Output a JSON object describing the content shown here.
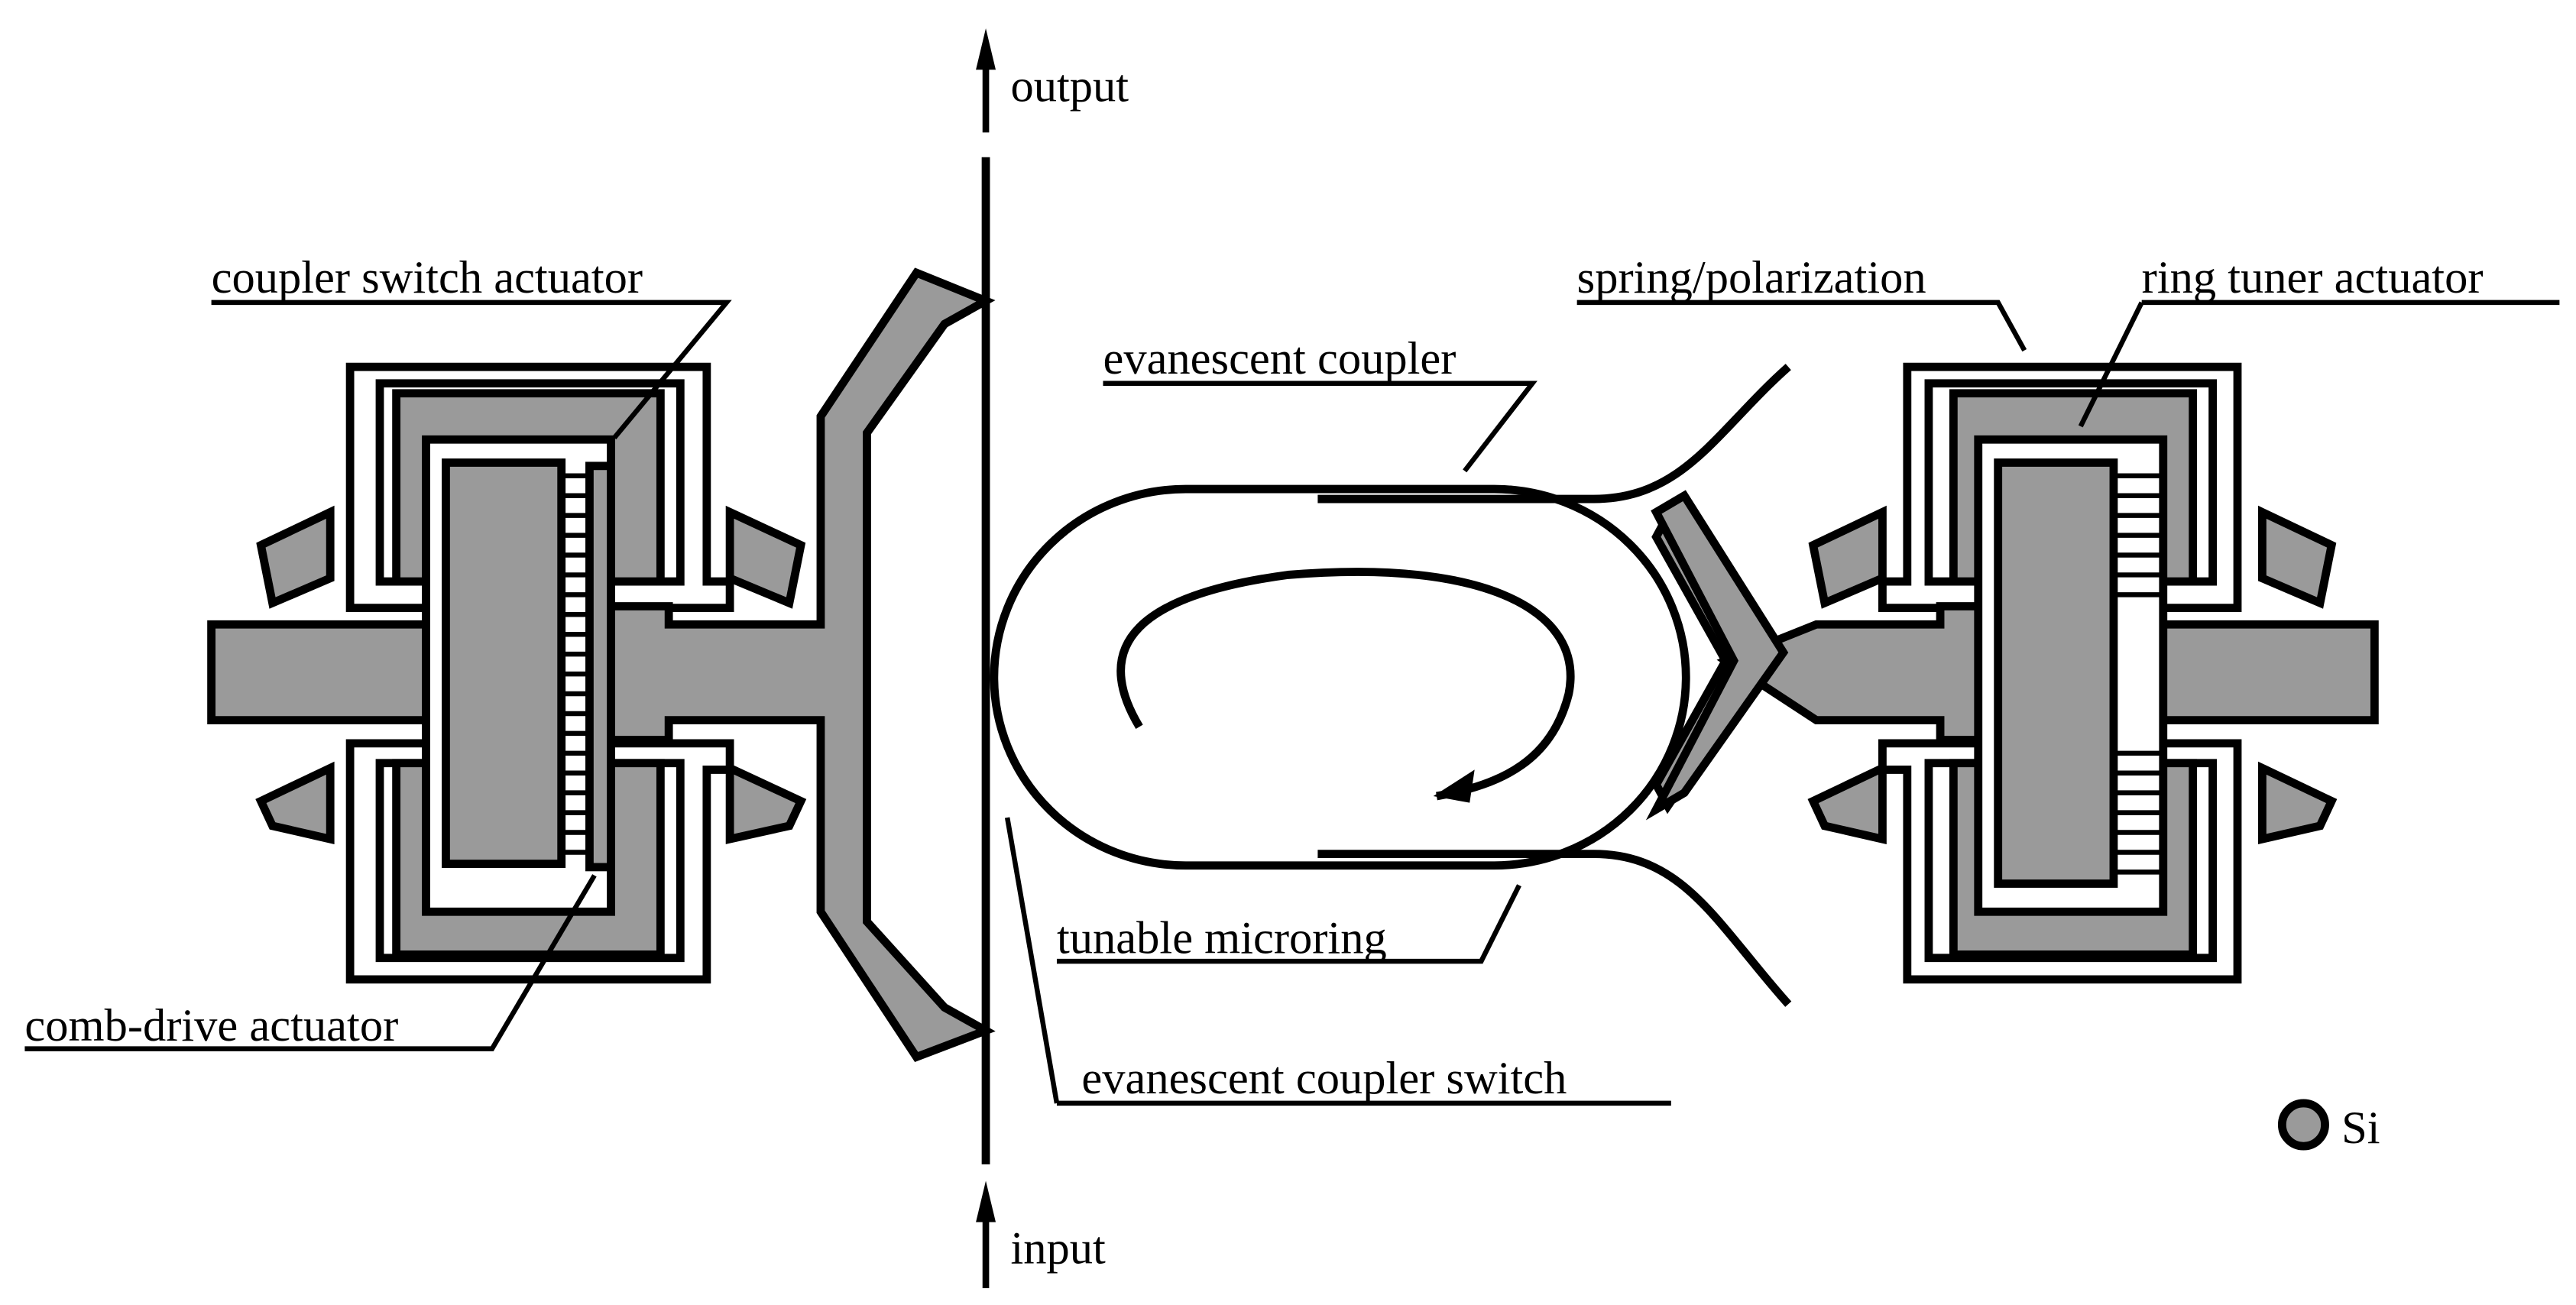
{
  "labels": {
    "output": "output",
    "input": "input",
    "coupler_switch_actuator": "coupler switch actuator",
    "comb_drive_actuator": "comb-drive actuator",
    "evanescent_coupler": "evanescent coupler",
    "tunable_microring": "tunable microring",
    "evanescent_coupler_switch": "evanescent coupler switch",
    "spring_polarization": "spring/polarization",
    "ring_tuner_actuator": "ring tuner actuator"
  },
  "legend": {
    "material": "Si",
    "color": "#9a9a9a"
  },
  "colors": {
    "silicon_fill": "#9a9a9a",
    "line": "#000000",
    "background": "#ffffff"
  }
}
